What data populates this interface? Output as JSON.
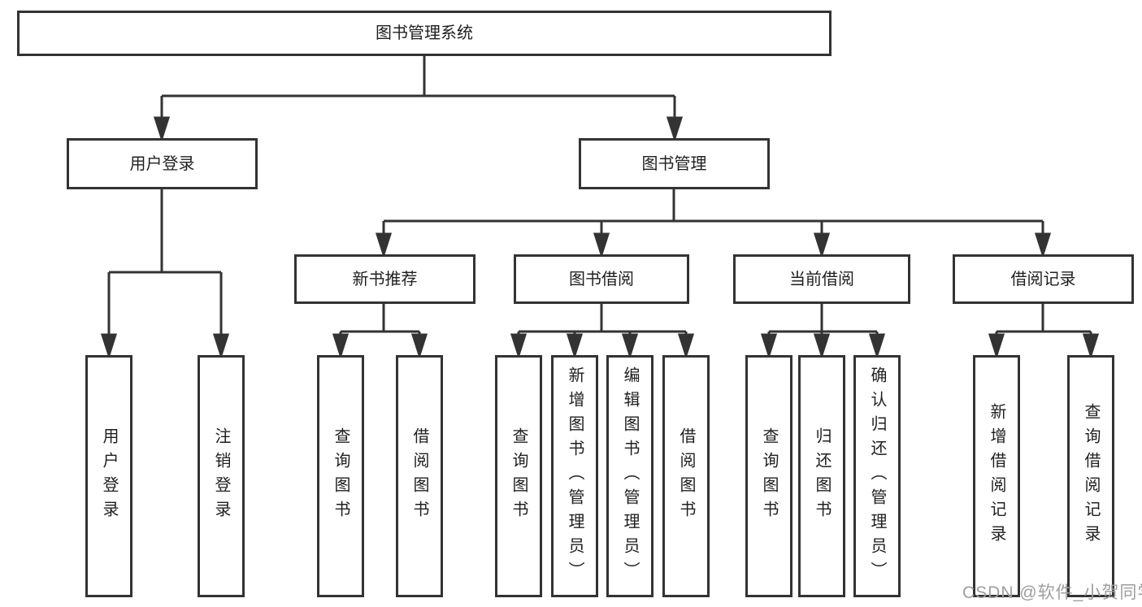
{
  "style": {
    "background": "#ffffff",
    "line_color": "#333333",
    "text_color": "#1f1f1f",
    "watermark_color": "#9e9e9e"
  },
  "tree": {
    "label": "图书管理系统",
    "children": [
      {
        "label": "用户登录",
        "children": [
          {
            "label": "用户登录"
          },
          {
            "label": "注销登录"
          }
        ]
      },
      {
        "label": "图书管理",
        "children": [
          {
            "label": "新书推荐",
            "children": [
              {
                "label": "查询图书"
              },
              {
                "label": "借阅图书"
              }
            ]
          },
          {
            "label": "图书借阅",
            "children": [
              {
                "label": "查询图书"
              },
              {
                "label": "新增图书（管理员）"
              },
              {
                "label": "编辑图书（管理员）"
              },
              {
                "label": "借阅图书"
              }
            ]
          },
          {
            "label": "当前借阅",
            "children": [
              {
                "label": "查询图书"
              },
              {
                "label": "归还图书"
              },
              {
                "label": "确认归还（管理员）"
              }
            ]
          },
          {
            "label": "借阅记录",
            "children": [
              {
                "label": "新增借阅记录"
              },
              {
                "label": "查询借阅记录"
              }
            ]
          }
        ]
      }
    ]
  },
  "watermark": {
    "text": "CSDN @软件_小贺同学"
  }
}
